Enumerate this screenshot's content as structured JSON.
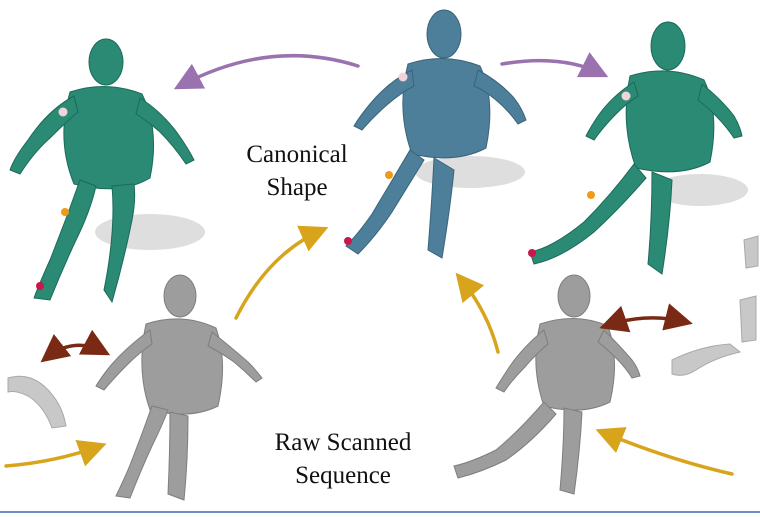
{
  "labels": {
    "canonical_line1": "Canonical",
    "canonical_line2": "Shape",
    "raw_line1": "Raw Scanned",
    "raw_line2": "Sequence"
  },
  "colors": {
    "canonical_mesh": "#4d7f9a",
    "posed_mesh": "#2a8a74",
    "raw_scan": "#9d9d9d",
    "arrow_canonical_to_posed": "#9b72b0",
    "arrow_scan_to_canonical": "#d8a41c",
    "arrow_correspondence": "#7a2a14",
    "marker_shoulder": "#f3d3da",
    "marker_knee": "#ef9a1a",
    "marker_foot": "#c8174a",
    "bottom_rule": "#6c8fc4"
  }
}
